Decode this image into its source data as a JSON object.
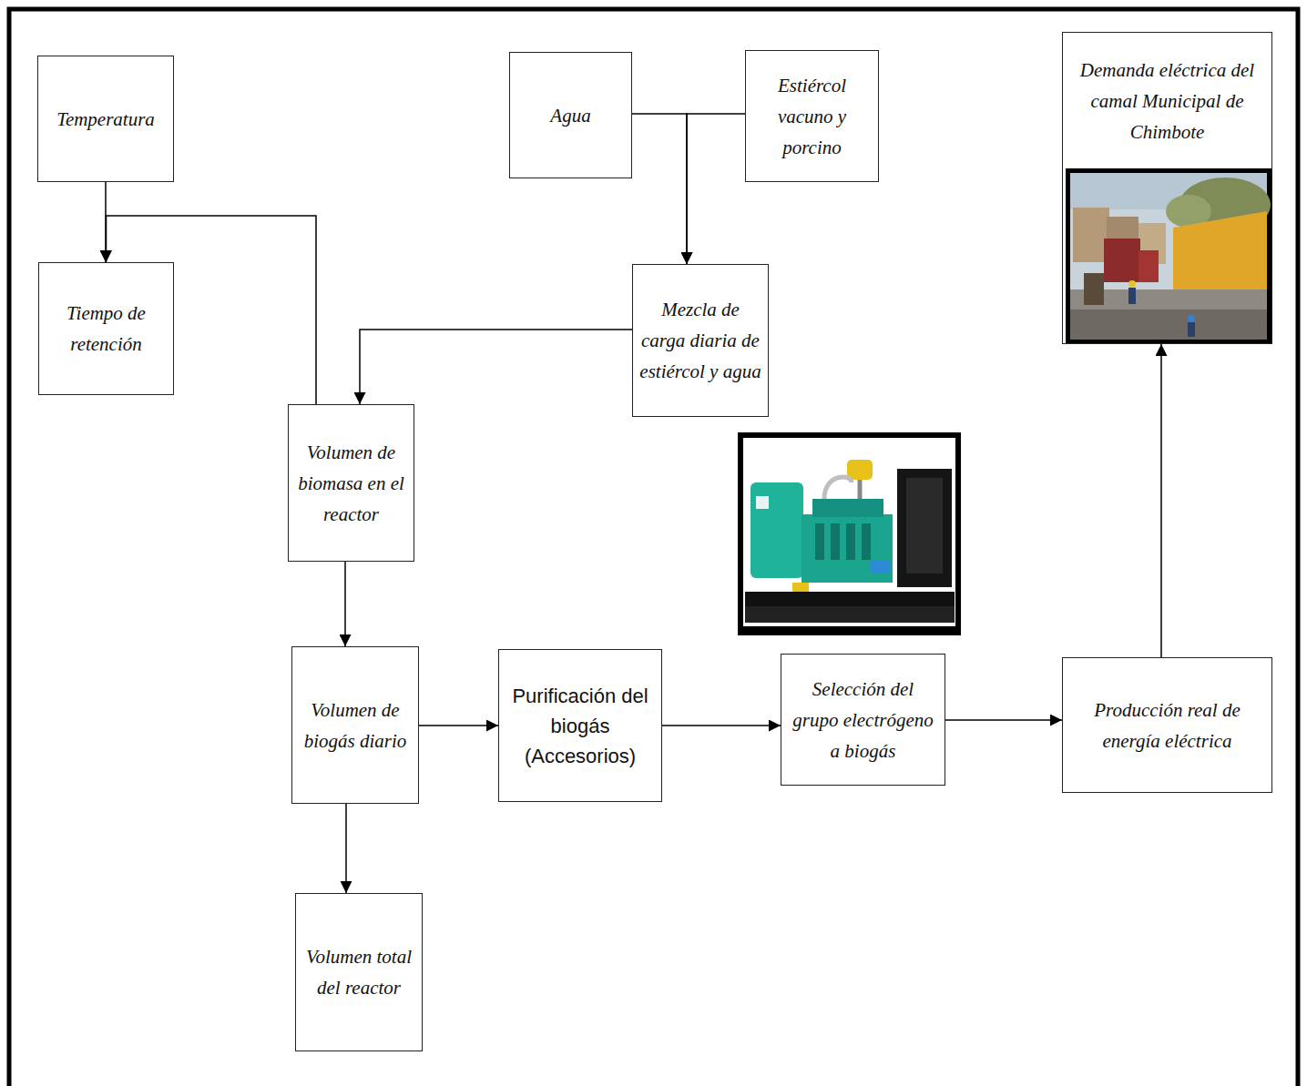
{
  "diagram": {
    "nodes": [
      {
        "text": [
          "Temperatura"
        ]
      },
      {
        "text": [
          "Agua"
        ]
      },
      {
        "text": [
          "Estiércol vacuno y porcino"
        ]
      },
      {
        "text": [
          "Demanda eléctrica del camal Municipal de Chimbote"
        ]
      },
      {
        "text": [
          "Tiempo de retención"
        ]
      },
      {
        "text": [
          "Mezcla de carga diaria de estiércol y agua"
        ]
      },
      {
        "text": [
          "Volumen de biomasa en el reactor"
        ]
      },
      {
        "text": [
          "Volumen de biogás diario"
        ]
      },
      {
        "text": [
          "Purificación del biogás (Accesorios)"
        ]
      },
      {
        "text": [
          "Selección del grupo electrógeno a biogás"
        ]
      },
      {
        "text": [
          "Producción real de energía eléctrica"
        ]
      },
      {
        "text": [
          "Volumen total del reactor"
        ]
      }
    ],
    "edges": [
      {
        "from": 0,
        "to": 4,
        "arrow": "to"
      },
      {
        "from": 6,
        "to": 4,
        "arrow": "to"
      },
      {
        "from": 1,
        "to": 5,
        "arrow": "to"
      },
      {
        "from": 2,
        "to": 5,
        "arrow": "to"
      },
      {
        "from": 5,
        "to": 6,
        "arrow": "to"
      },
      {
        "from": 6,
        "to": 7,
        "arrow": "to"
      },
      {
        "from": 7,
        "to": 11,
        "arrow": "to"
      },
      {
        "from": 7,
        "to": 8,
        "arrow": "to"
      },
      {
        "from": 8,
        "to": 9,
        "arrow": "to"
      },
      {
        "from": 9,
        "to": 10,
        "arrow": "to"
      },
      {
        "from": 10,
        "to": 3,
        "arrow": "to"
      }
    ]
  }
}
